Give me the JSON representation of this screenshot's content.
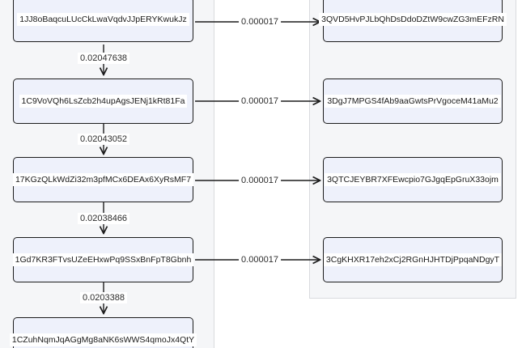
{
  "diagram": {
    "left_cluster": {
      "addresses": [
        "1JJ8oBaqcuLUcCkLwaVqdvJJpERYKwukJz",
        "1C9VoVQh6LsZcb2h4upAgsJENj1kRt81Fa",
        "17KGzQLkWdZi32m3pfMCx6DEAx6XyRsMF7",
        "1Gd7KR3FTvsUZeEHxwPq9SSxBnFpT8Gbnh",
        "1CZuhNqmJqAGgMg8aNK6sWWS4qmoJx4QtY"
      ],
      "flow_labels": [
        "0.02047638",
        "0.02043052",
        "0.02038466",
        "0.0203388"
      ]
    },
    "right_cluster": {
      "addresses": [
        "3QVD5HvPJLbQhDsDdoDZtW9cwZG3mEFzRN",
        "3DgJ7MPGS4fAb9aaGwtsPrVgoceM41aMu2",
        "3QTCJEYBR7XFEwcpio7GJgqEpGruX33ojm",
        "3CgKHXR17eh2xCj2RGnHJHTDjPpqaNDgyT"
      ]
    },
    "cross_flow_labels": [
      "0.000017",
      "0.000017",
      "0.000017",
      "0.000017"
    ],
    "colors": {
      "node_fill": "#eef1fb",
      "node_border": "#1c1c1c",
      "cluster_fill": "#f5f6f8",
      "cluster_border": "#d9dbde",
      "edge_stroke": "#1c1c1c",
      "label_background": "#ffffff"
    }
  }
}
